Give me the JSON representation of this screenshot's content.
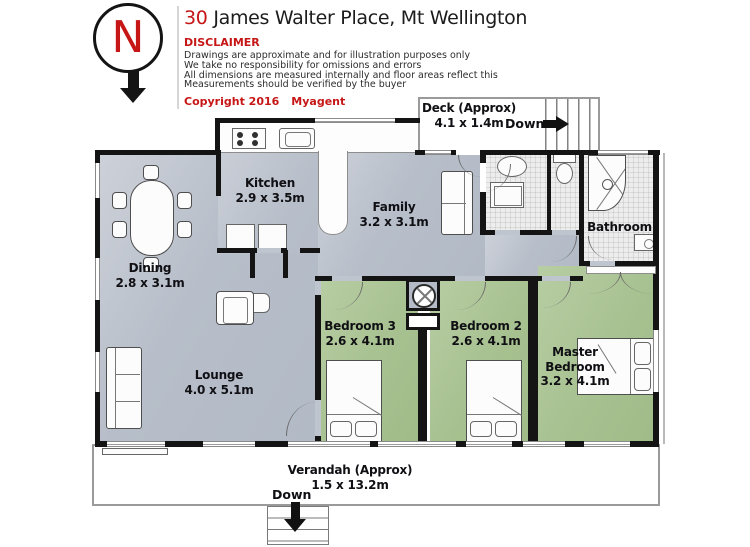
{
  "header": {
    "compass_letter": "N",
    "street_number": "30",
    "street_name": " James Walter Place, Mt Wellington",
    "disclaimer_title": "DISCLAIMER",
    "disclaimer_lines": [
      "Drawings are approximate and for illustration purposes only",
      "We take no responsibility for omissions and errors",
      "All dimensions are measured internally and floor areas reflect this",
      "Measurements should be verified by the buyer"
    ],
    "copyright": "Copyright 2016",
    "agency": "Myagent"
  },
  "rooms": {
    "deck": {
      "name": "Deck (Approx)",
      "dims": "4.1 x 1.4m"
    },
    "kitchen": {
      "name": "Kitchen",
      "dims": "2.9 x 3.5m"
    },
    "family": {
      "name": "Family",
      "dims": "3.2 x 3.1m"
    },
    "dining": {
      "name": "Dining",
      "dims": "2.8 x 3.1m"
    },
    "lounge": {
      "name": "Lounge",
      "dims": "4.0 x 5.1m"
    },
    "bedroom3": {
      "name": "Bedroom 3",
      "dims": "2.6 x 4.1m"
    },
    "bedroom2": {
      "name": "Bedroom 2",
      "dims": "2.6 x 4.1m"
    },
    "master": {
      "name": "Master Bedroom",
      "dims": "3.2 x 4.1m"
    },
    "bathroom": {
      "name": "Bathroom"
    },
    "verandah": {
      "name": "Verandah (Approx)",
      "dims": "1.5 x 13.2m"
    }
  },
  "annotations": {
    "deck_down": "Down",
    "verandah_down": "Down"
  },
  "colors": {
    "accent_red": "#c61616",
    "wall_black": "#141414",
    "floor_gray": "#b7bec9",
    "floor_green": "#a6c08f",
    "tile_white": "#ededed"
  }
}
